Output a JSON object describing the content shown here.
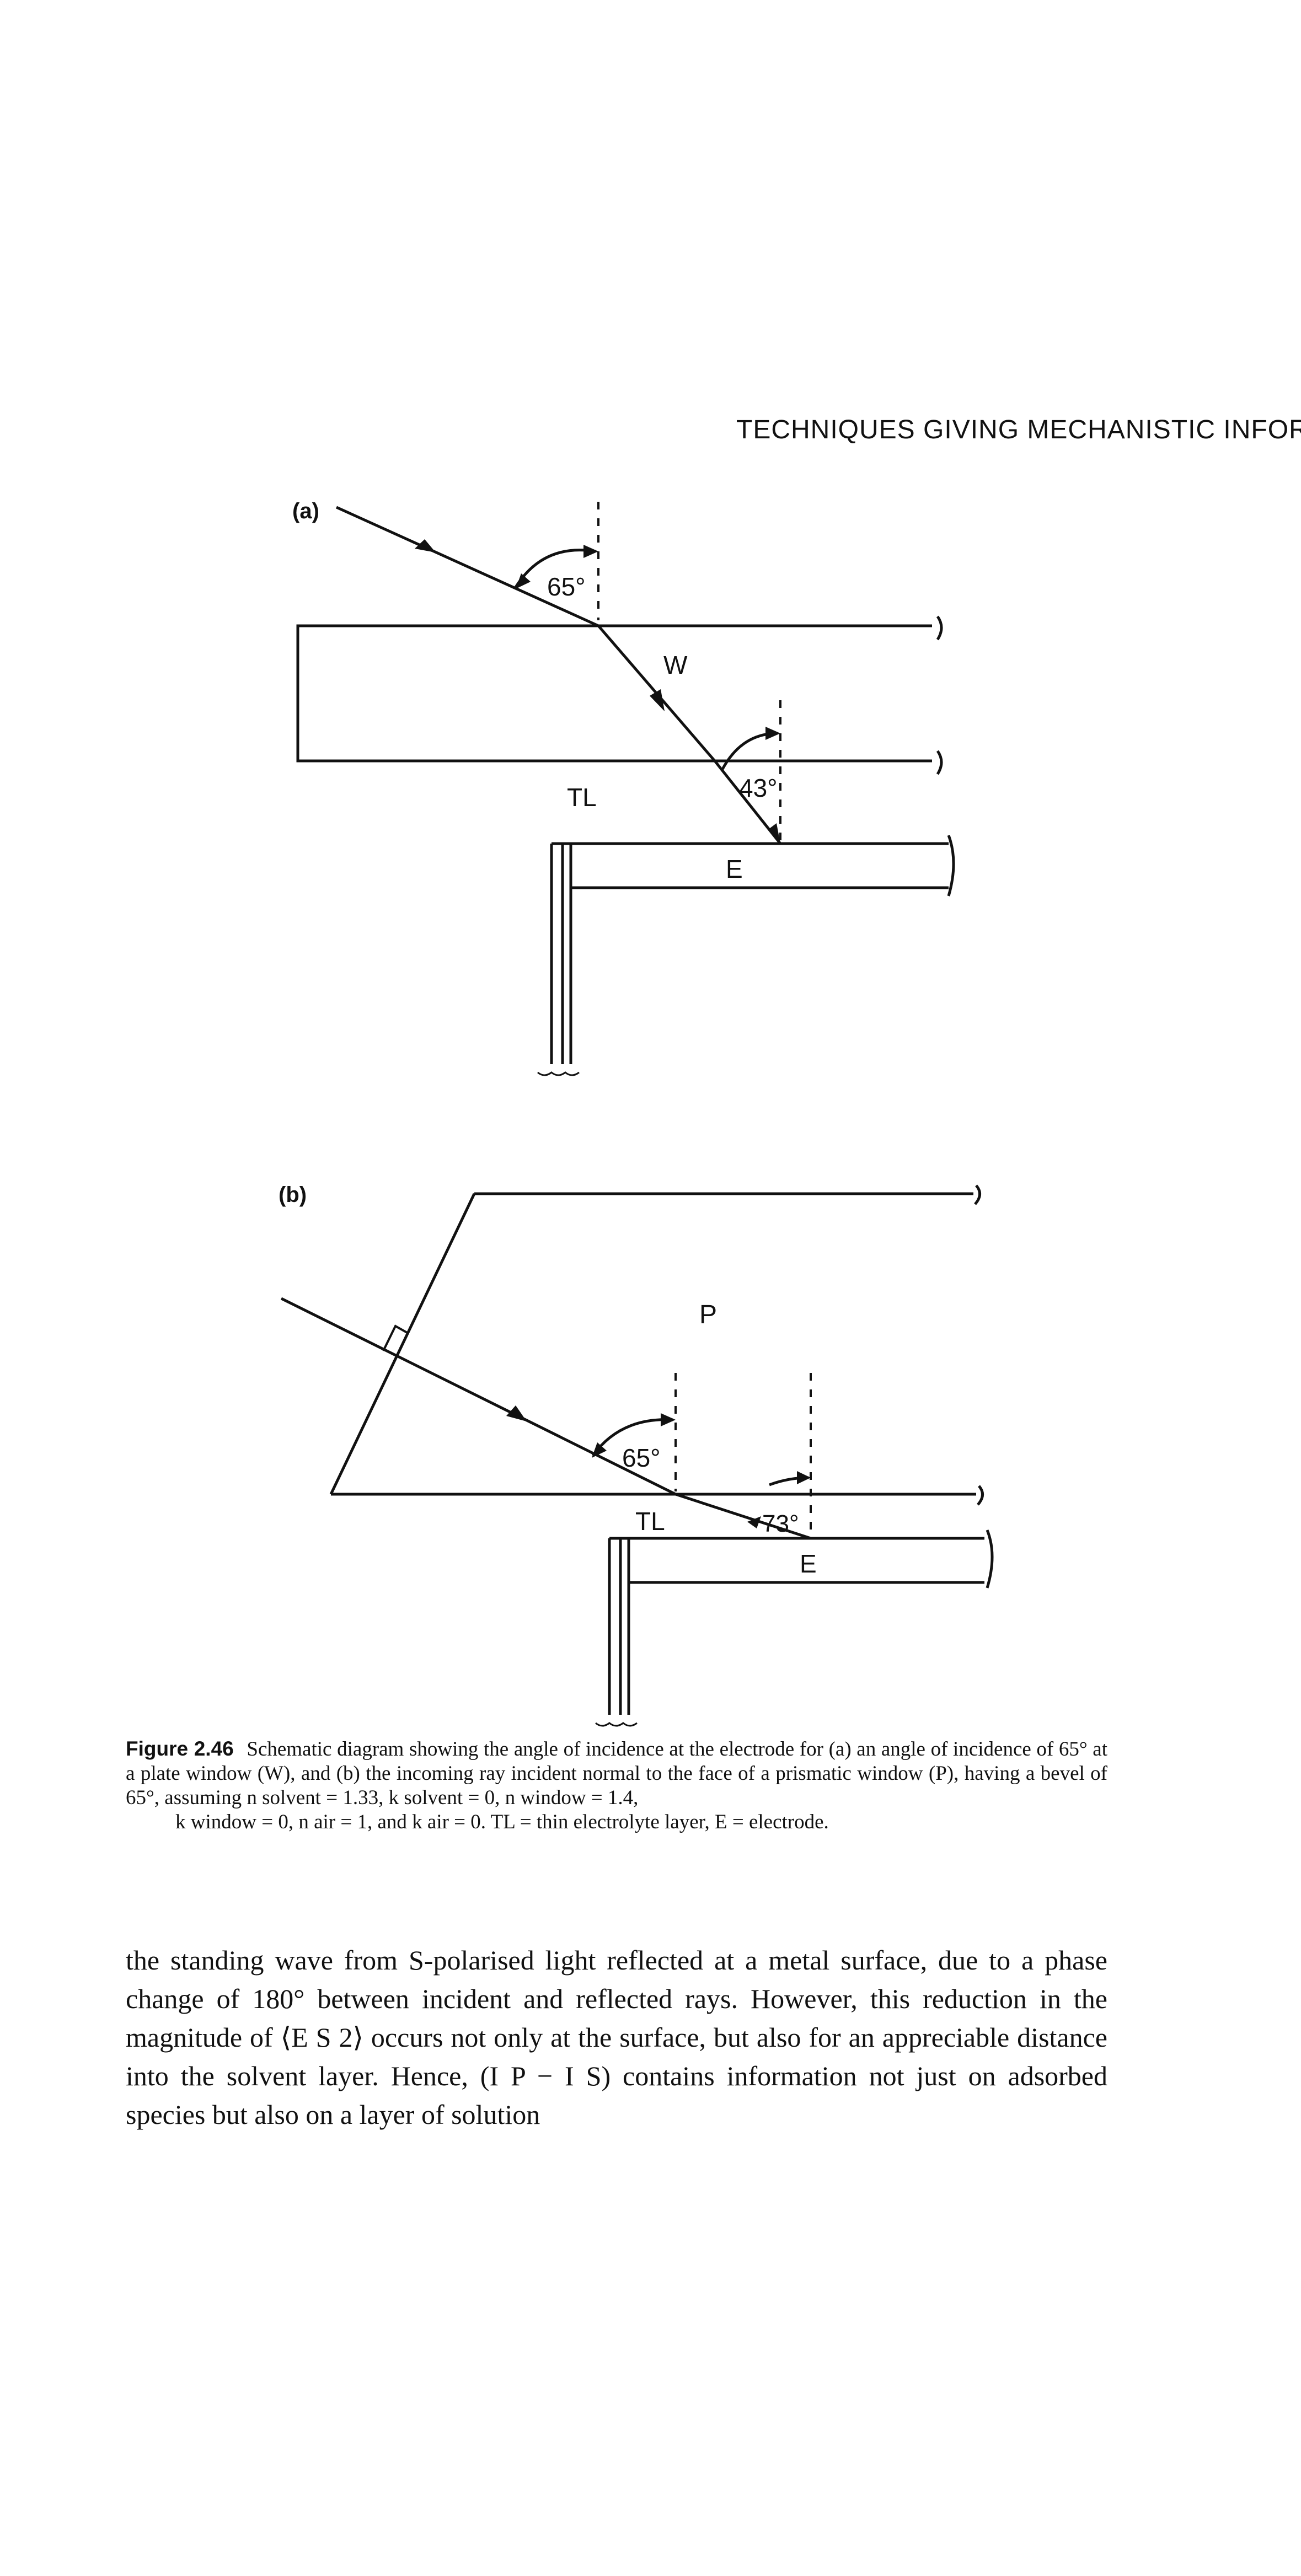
{
  "header": {
    "running_head": "TECHNIQUES GIVING MECHANISTIC INFORM"
  },
  "figure": {
    "panel_a": {
      "panel_label": "(a)",
      "angle_top": "65°",
      "angle_window": "43°",
      "label_window": "W",
      "label_thin_layer": "TL",
      "label_electrode": "E"
    },
    "panel_b": {
      "panel_label": "(b)",
      "label_prism": "P",
      "angle_prism": "65°",
      "angle_electrode": "73°",
      "label_thin_layer": "TL",
      "label_electrode": "E"
    },
    "caption": {
      "label": "Figure 2.46",
      "text_main": "Schematic diagram showing the angle of incidence at the electrode for (a) an angle of incidence of 65° at a plate window (W), and (b) the incoming ray incident normal to the face of a prismatic window (P), having a bevel of 65°, assuming n solvent = 1.33, k solvent = 0, n window = 1.4,",
      "text_last": "k window = 0, n air = 1, and k air = 0. TL = thin electrolyte layer, E = electrode."
    }
  },
  "body": {
    "paragraph": "the standing wave from S-polarised light reflected at a metal surface, due to a phase change of 180° between incident and reflected rays. However, this reduction in the magnitude of ⟨E S 2⟩ occurs not only at the surface, but also for an appreciable distance into the solvent layer. Hence, (I P − I S) contains information not just on adsorbed species but also on a layer of solution"
  }
}
